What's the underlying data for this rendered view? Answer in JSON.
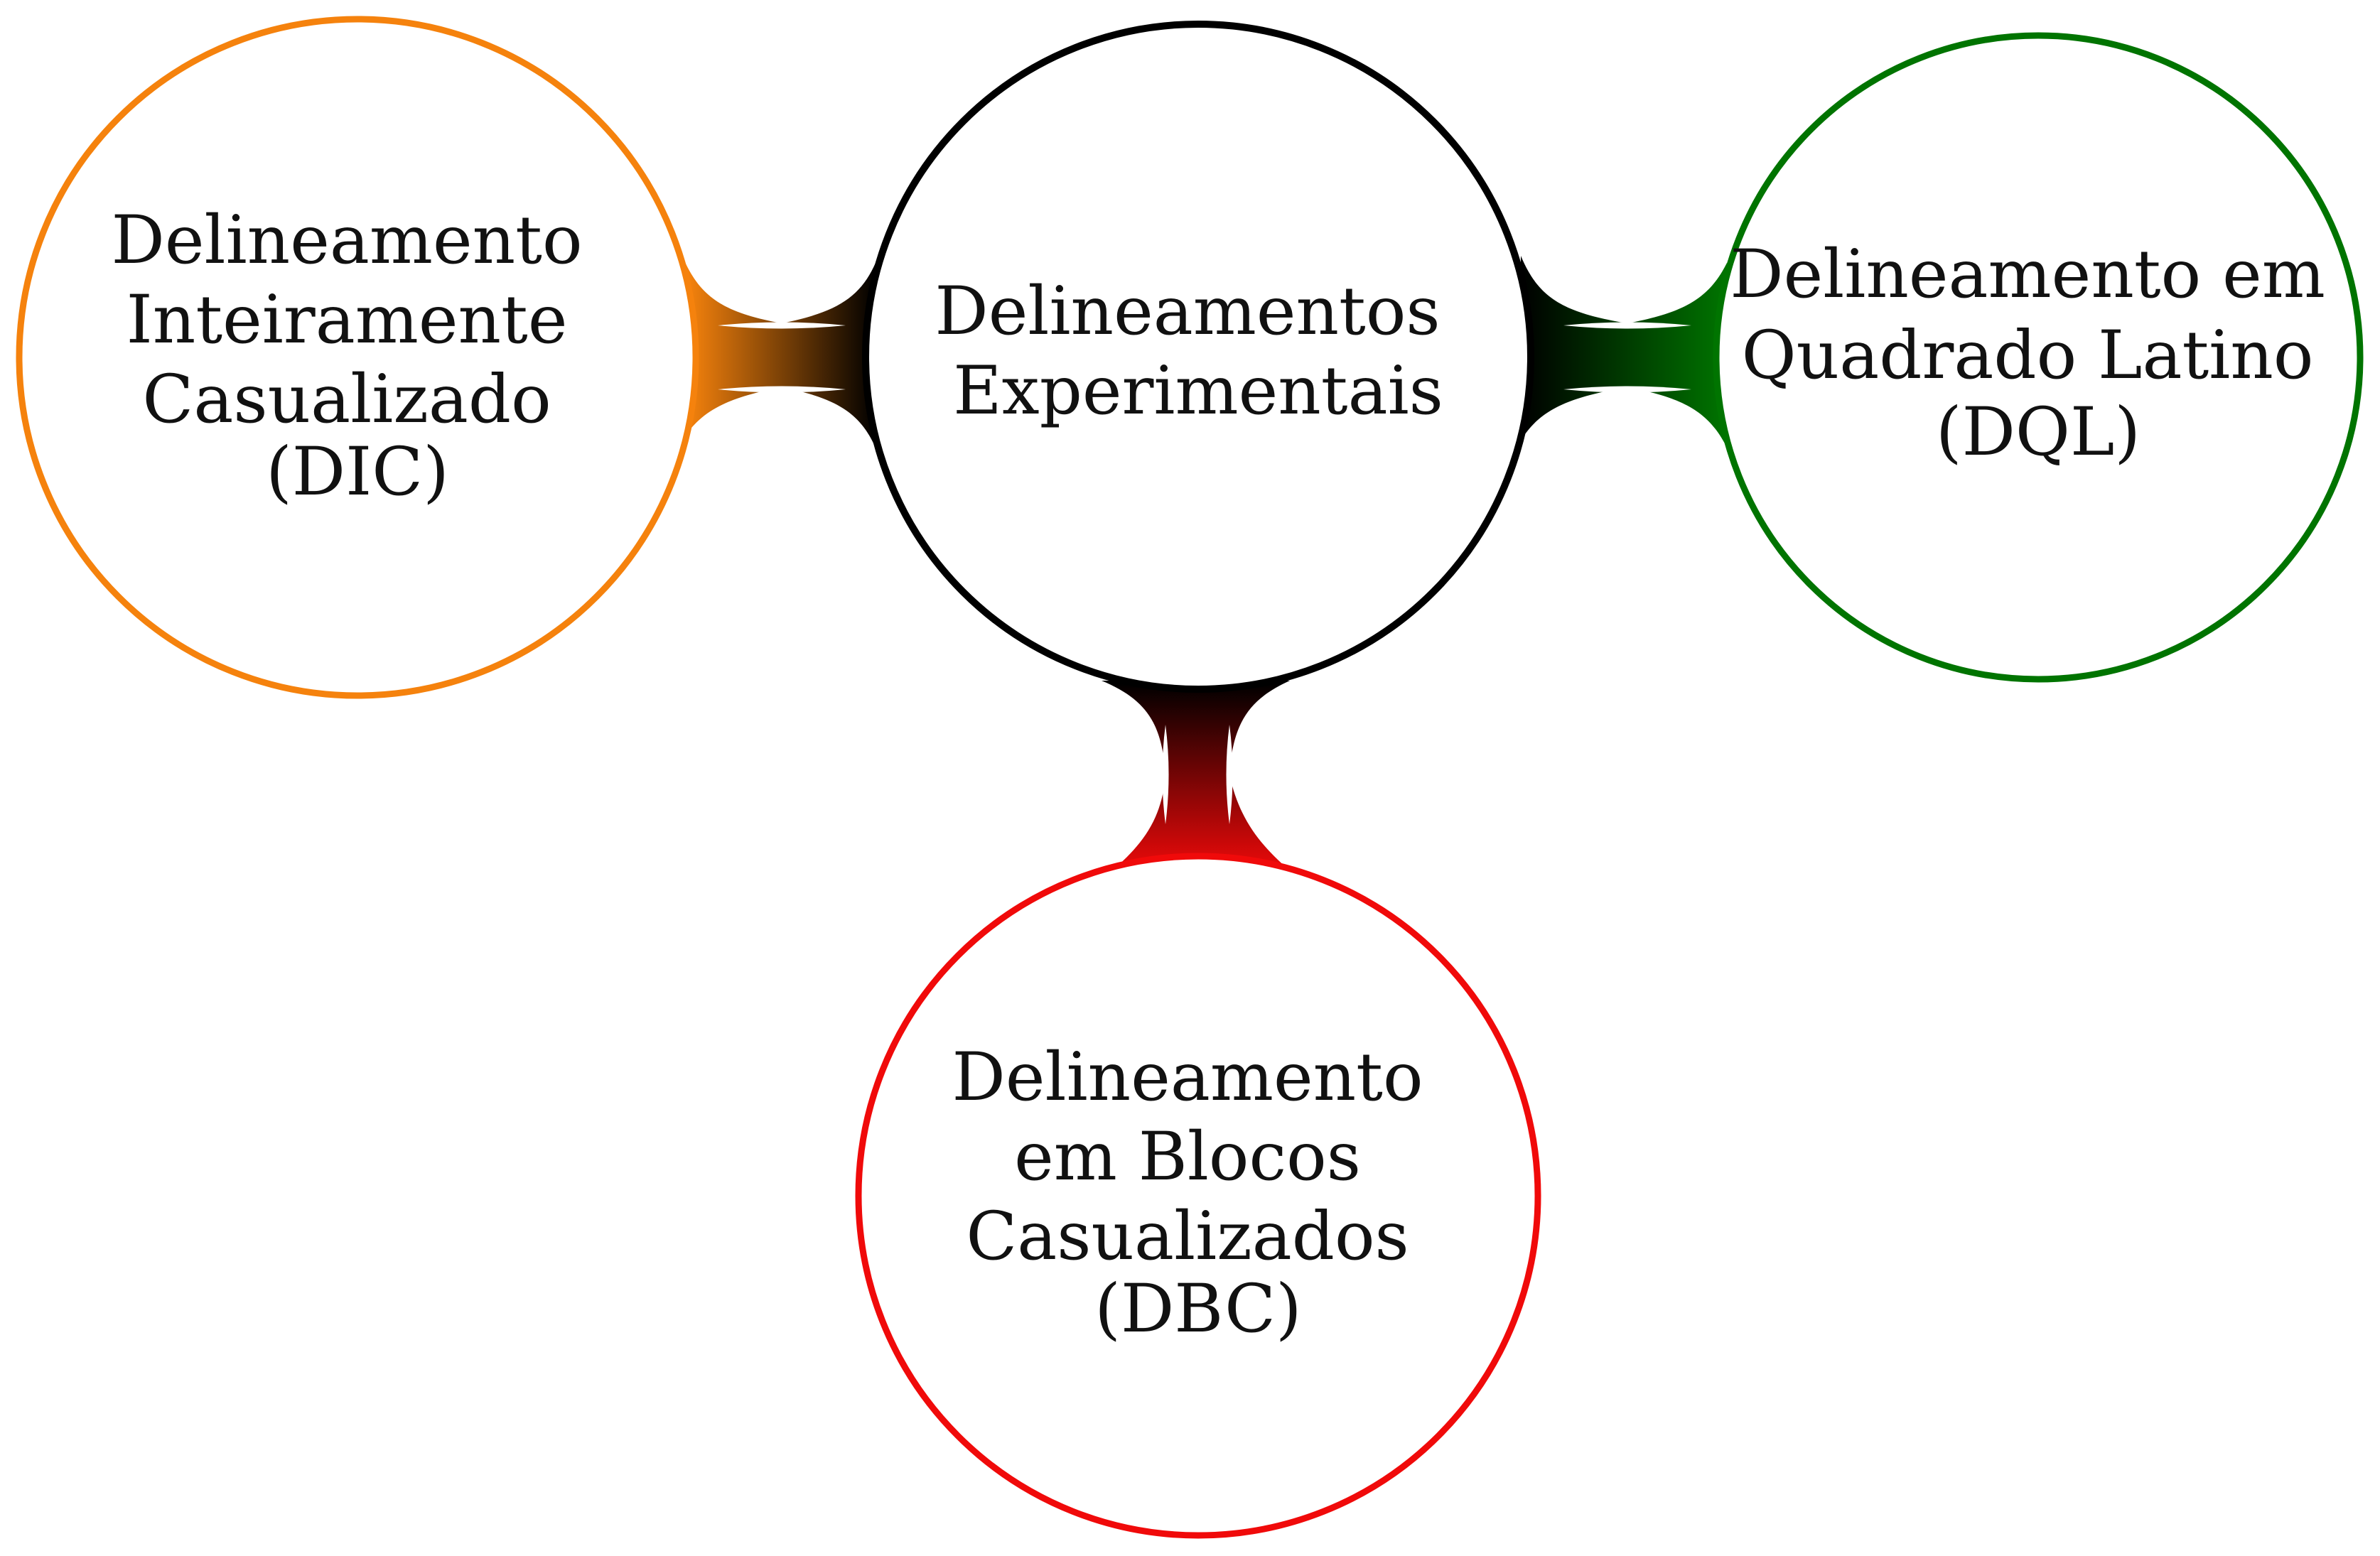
{
  "diagram": {
    "center": {
      "lines": [
        "Delineamentos",
        "Experimentais"
      ],
      "color": "#000000"
    },
    "children": [
      {
        "id": "dic",
        "lines": [
          "Delineamento",
          "Inteiramente",
          "Casualizado",
          "(DIC)"
        ],
        "color": "#F5820D"
      },
      {
        "id": "dql",
        "lines": [
          "Delineamento em",
          "Quadrado Latino",
          "(DQL)"
        ],
        "color": "#007400"
      },
      {
        "id": "dbc",
        "lines": [
          "Delineamento",
          "em Blocos",
          "Casualizados",
          "(DBC)"
        ],
        "color": "#F00A0A"
      }
    ]
  }
}
